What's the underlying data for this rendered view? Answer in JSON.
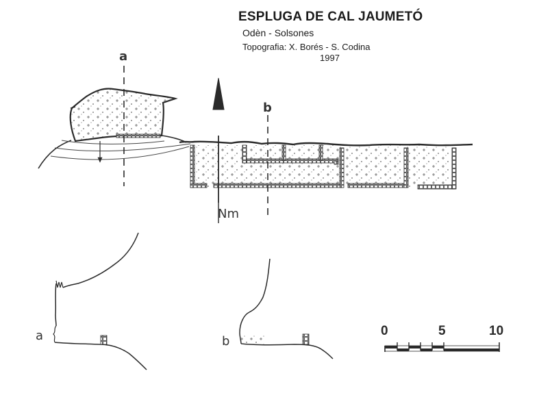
{
  "header": {
    "title": "ESPLUGA DE CAL JAUMETÓ",
    "location": "Odèn - Solsones",
    "survey": "Topografia: X. Borés - S. Codina",
    "year": "1997"
  },
  "plan": {
    "section_a_label": "a",
    "section_b_label": "b",
    "north_label": "Nm"
  },
  "sections": {
    "profile_a_label": "a",
    "profile_b_label": "b"
  },
  "scale_bar": {
    "labels": [
      "0",
      "5",
      "10"
    ]
  },
  "colors": {
    "ink": "#2a2a2a",
    "background": "#ffffff"
  }
}
